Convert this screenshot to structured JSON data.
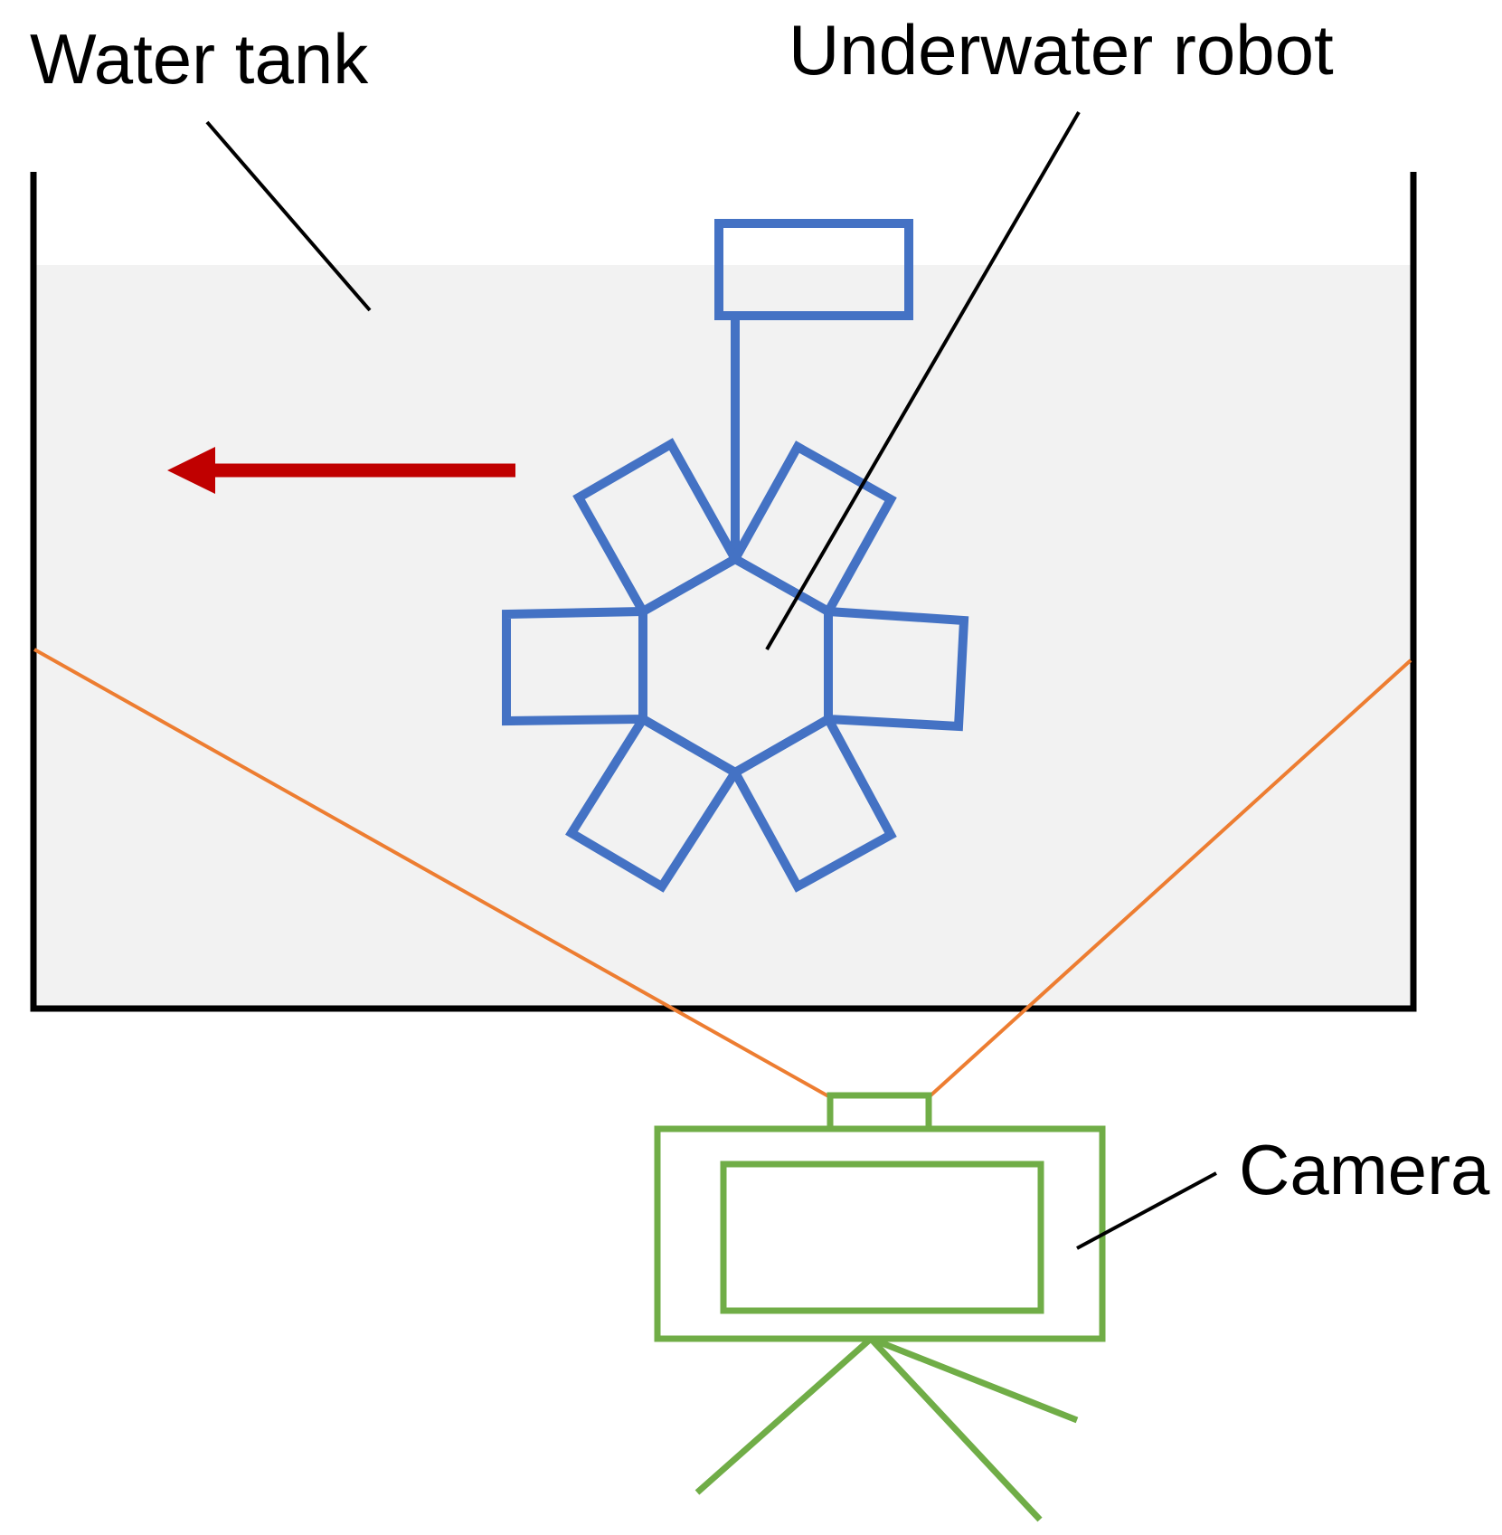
{
  "labels": {
    "water_tank": "Water tank",
    "underwater_robot": "Underwater robot",
    "camera": "Camera"
  },
  "colors": {
    "background": "#ffffff",
    "water": "#f2f2f2",
    "tank_wall": "#000000",
    "leader_line": "#000000",
    "robot": "#4472c4",
    "arrow": "#c00000",
    "camera": "#70ad47",
    "field_of_view": "#ed7d31"
  },
  "icons": {
    "robot": "underwater-robot-icon",
    "arrow": "arrow-left-icon",
    "camera": "camera-icon"
  }
}
